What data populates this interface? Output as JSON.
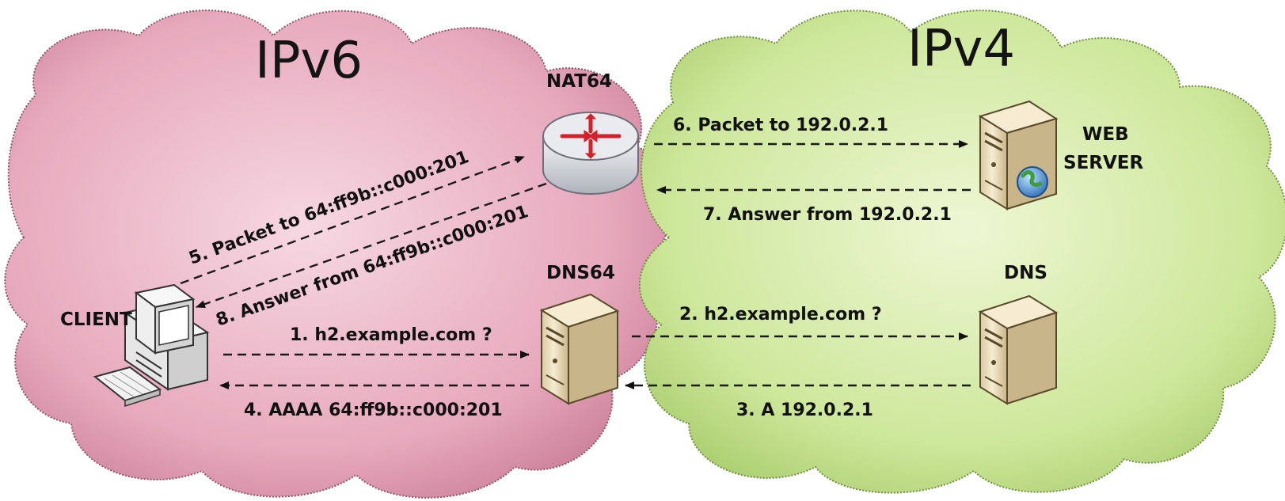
{
  "regions": {
    "ipv6": {
      "title": "IPv6",
      "color": "#e7a9bd"
    },
    "ipv4": {
      "title": "IPv4",
      "color": "#cde79a"
    }
  },
  "nodes": {
    "nat64": "NAT64",
    "web_server_line1": "WEB",
    "web_server_line2": "SERVER",
    "dns64": "DNS64",
    "dns": "DNS",
    "client": "CLIENT"
  },
  "messages": {
    "m1": "1. h2.example.com ?",
    "m2": "2. h2.example.com ?",
    "m3": "3. A 192.0.2.1",
    "m4": "4. AAAA 64:ff9b::c000:201",
    "m5": "5. Packet to 64:ff9b::c000:201",
    "m6": "6. Packet to 192.0.2.1",
    "m7": "7. Answer from 192.0.2.1",
    "m8": "8. Answer from 64:ff9b::c000:201"
  },
  "colors": {
    "router": "#c9ccd2",
    "router_arrows": "#d1212a",
    "server_body": "#efe2c3",
    "globe": "#3f8fd6"
  }
}
